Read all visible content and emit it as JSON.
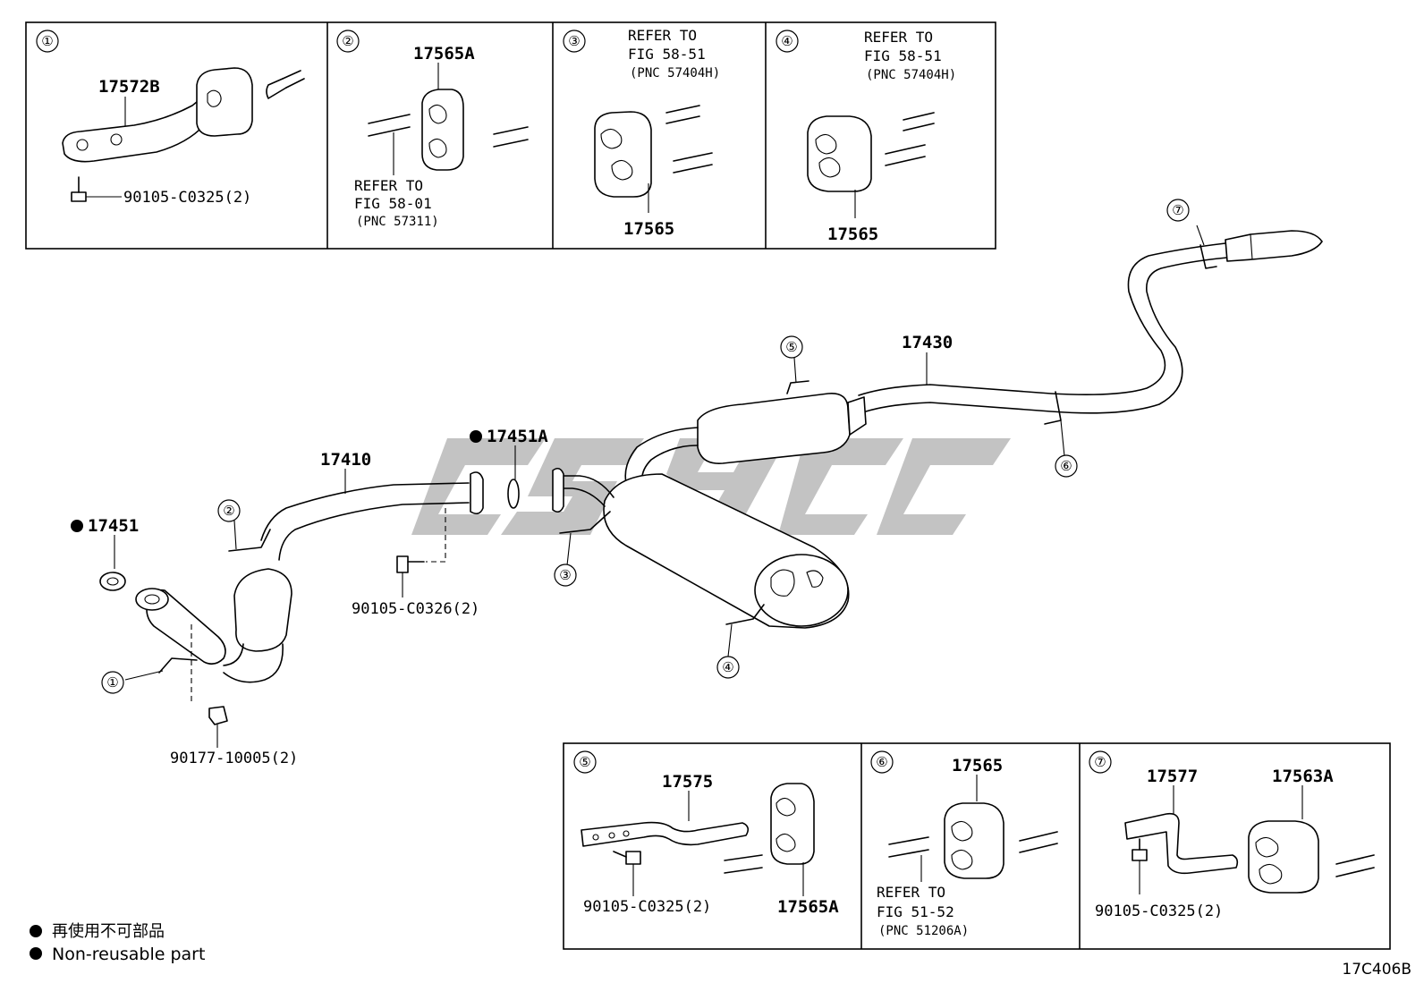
{
  "callouts": {
    "c1": "①",
    "c2": "②",
    "c3": "③",
    "c4": "④",
    "c5": "⑤",
    "c6": "⑥",
    "c7": "⑦"
  },
  "top_panels": {
    "p1": {
      "part": "17572B",
      "bolt": "90105-C0325(2)"
    },
    "p2": {
      "part": "17565A",
      "ref1": "REFER TO",
      "ref2": "FIG 58-01",
      "pnc": "(PNC 57311)"
    },
    "p3": {
      "part": "17565",
      "ref1": "REFER TO",
      "ref2": "FIG 58-51",
      "pnc": "(PNC 57404H)"
    },
    "p4": {
      "part": "17565",
      "ref1": "REFER TO",
      "ref2": "FIG 58-51",
      "pnc": "(PNC 57404H)"
    }
  },
  "main": {
    "tail_pipe": "17430",
    "front_pipe": "17410",
    "gasket_a": "17451A",
    "gasket": "17451",
    "bolt_mid": "90105-C0326(2)",
    "nut": "90177-10005(2)"
  },
  "bottom_panels": {
    "p5": {
      "part": "17575",
      "bolt": "90105-C0325(2)",
      "insulator": "17565A"
    },
    "p6": {
      "part": "17565",
      "ref1": "REFER TO",
      "ref2": "FIG 51-52",
      "pnc": "(PNC 51206A)"
    },
    "p7": {
      "part": "17577",
      "insulator": "17563A",
      "bolt": "90105-C0325(2)"
    }
  },
  "legend": {
    "jp": "再使用不可部品",
    "en": "Non-reusable part"
  },
  "figure_id": "17C406B"
}
